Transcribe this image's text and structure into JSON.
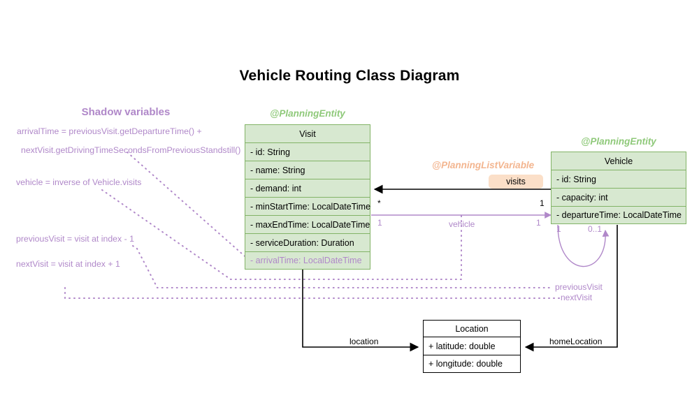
{
  "page": {
    "title": "Vehicle Routing Class Diagram",
    "background": "#ffffff"
  },
  "colors": {
    "shadow_purple": "#b088c9",
    "entity_green_text": "#8fc97a",
    "entity_green_fill": "#d7e8d0",
    "entity_green_border": "#82b366",
    "list_variable_orange": "#f3b58f",
    "visits_badge_fill": "#fbdfc8",
    "black": "#000000"
  },
  "shadow_panel": {
    "heading": "Shadow variables",
    "notes": [
      "arrivalTime = previousVisit.getDepartureTime() +",
      "nextVisit.getDrivingTimeSecondsFromPreviousStandstill()",
      "vehicle = inverse of Vehicle.visits",
      "previousVisit = visit at index - 1",
      "nextVisit = visit at index + 1"
    ]
  },
  "classes": [
    {
      "id": "visit",
      "stereotype": "@PlanningEntity",
      "name": "Visit",
      "attributes": [
        {
          "text": "- id: String",
          "shadow": false
        },
        {
          "text": "- name: String",
          "shadow": false
        },
        {
          "text": "- demand: int",
          "shadow": false
        },
        {
          "text": "- minStartTime: LocalDateTime",
          "shadow": false
        },
        {
          "text": "- maxEndTime: LocalDateTime",
          "shadow": false
        },
        {
          "text": "- serviceDuration: Duration",
          "shadow": false
        },
        {
          "text": "- arrivalTime: LocalDateTime",
          "shadow": true
        }
      ]
    },
    {
      "id": "vehicle",
      "stereotype": "@PlanningEntity",
      "name": "Vehicle",
      "attributes": [
        {
          "text": "- id: String",
          "shadow": false
        },
        {
          "text": "- capacity: int",
          "shadow": false
        },
        {
          "text": "- departureTime: LocalDateTime",
          "shadow": false
        }
      ]
    },
    {
      "id": "location",
      "stereotype": "",
      "name": "Location",
      "attributes": [
        {
          "text": "+ latitude: double",
          "shadow": false
        },
        {
          "text": "+ longitude: double",
          "shadow": false
        }
      ]
    }
  ],
  "list_variable": {
    "stereotype": "@PlanningListVariable",
    "badge_label": "visits"
  },
  "relations": {
    "visits": {
      "label": "visits",
      "source_multiplicity": "1",
      "target_multiplicity": "*"
    },
    "vehicle": {
      "label": "vehicle",
      "source_multiplicity": "1",
      "target_multiplicity": "1"
    },
    "chain": {
      "previous_label": "previousVisit",
      "next_label": "nextVisit",
      "left_multiplicity": "1",
      "right_multiplicity": "0..1"
    },
    "location": {
      "label": "location"
    },
    "home_location": {
      "label": "homeLocation"
    }
  }
}
